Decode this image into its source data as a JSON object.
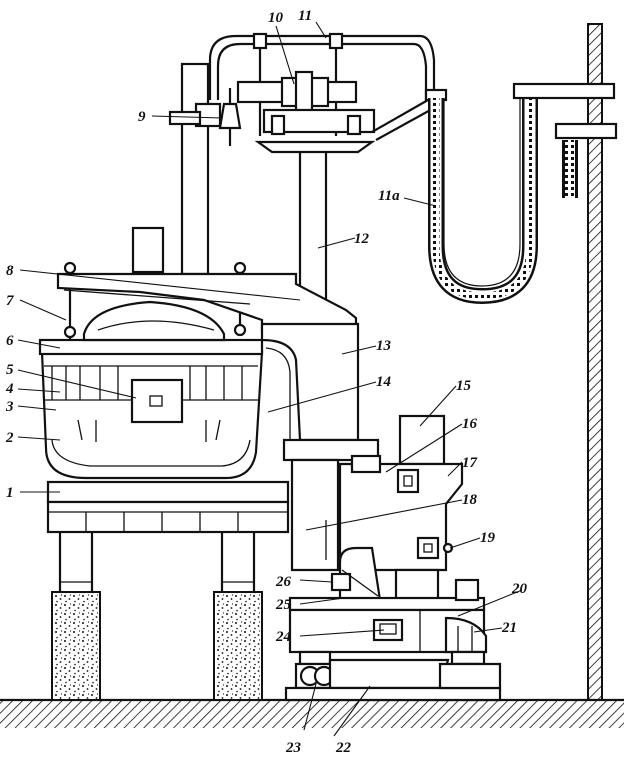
{
  "figure": {
    "callouts": [
      {
        "id": "c1",
        "label": "1"
      },
      {
        "id": "c2",
        "label": "2"
      },
      {
        "id": "c3",
        "label": "3"
      },
      {
        "id": "c4",
        "label": "4"
      },
      {
        "id": "c5",
        "label": "5"
      },
      {
        "id": "c6",
        "label": "6"
      },
      {
        "id": "c7",
        "label": "7"
      },
      {
        "id": "c8",
        "label": "8"
      },
      {
        "id": "c9",
        "label": "9"
      },
      {
        "id": "c10",
        "label": "10"
      },
      {
        "id": "c11",
        "label": "11"
      },
      {
        "id": "c11a",
        "label": "11a"
      },
      {
        "id": "c12",
        "label": "12"
      },
      {
        "id": "c13",
        "label": "13"
      },
      {
        "id": "c14",
        "label": "14"
      },
      {
        "id": "c15",
        "label": "15"
      },
      {
        "id": "c16",
        "label": "16"
      },
      {
        "id": "c17",
        "label": "17"
      },
      {
        "id": "c18",
        "label": "18"
      },
      {
        "id": "c19",
        "label": "19"
      },
      {
        "id": "c20",
        "label": "20"
      },
      {
        "id": "c21",
        "label": "21"
      },
      {
        "id": "c22",
        "label": "22"
      },
      {
        "id": "c23",
        "label": "23"
      },
      {
        "id": "c24",
        "label": "24"
      },
      {
        "id": "c25",
        "label": "25"
      },
      {
        "id": "c26",
        "label": "26"
      }
    ]
  }
}
